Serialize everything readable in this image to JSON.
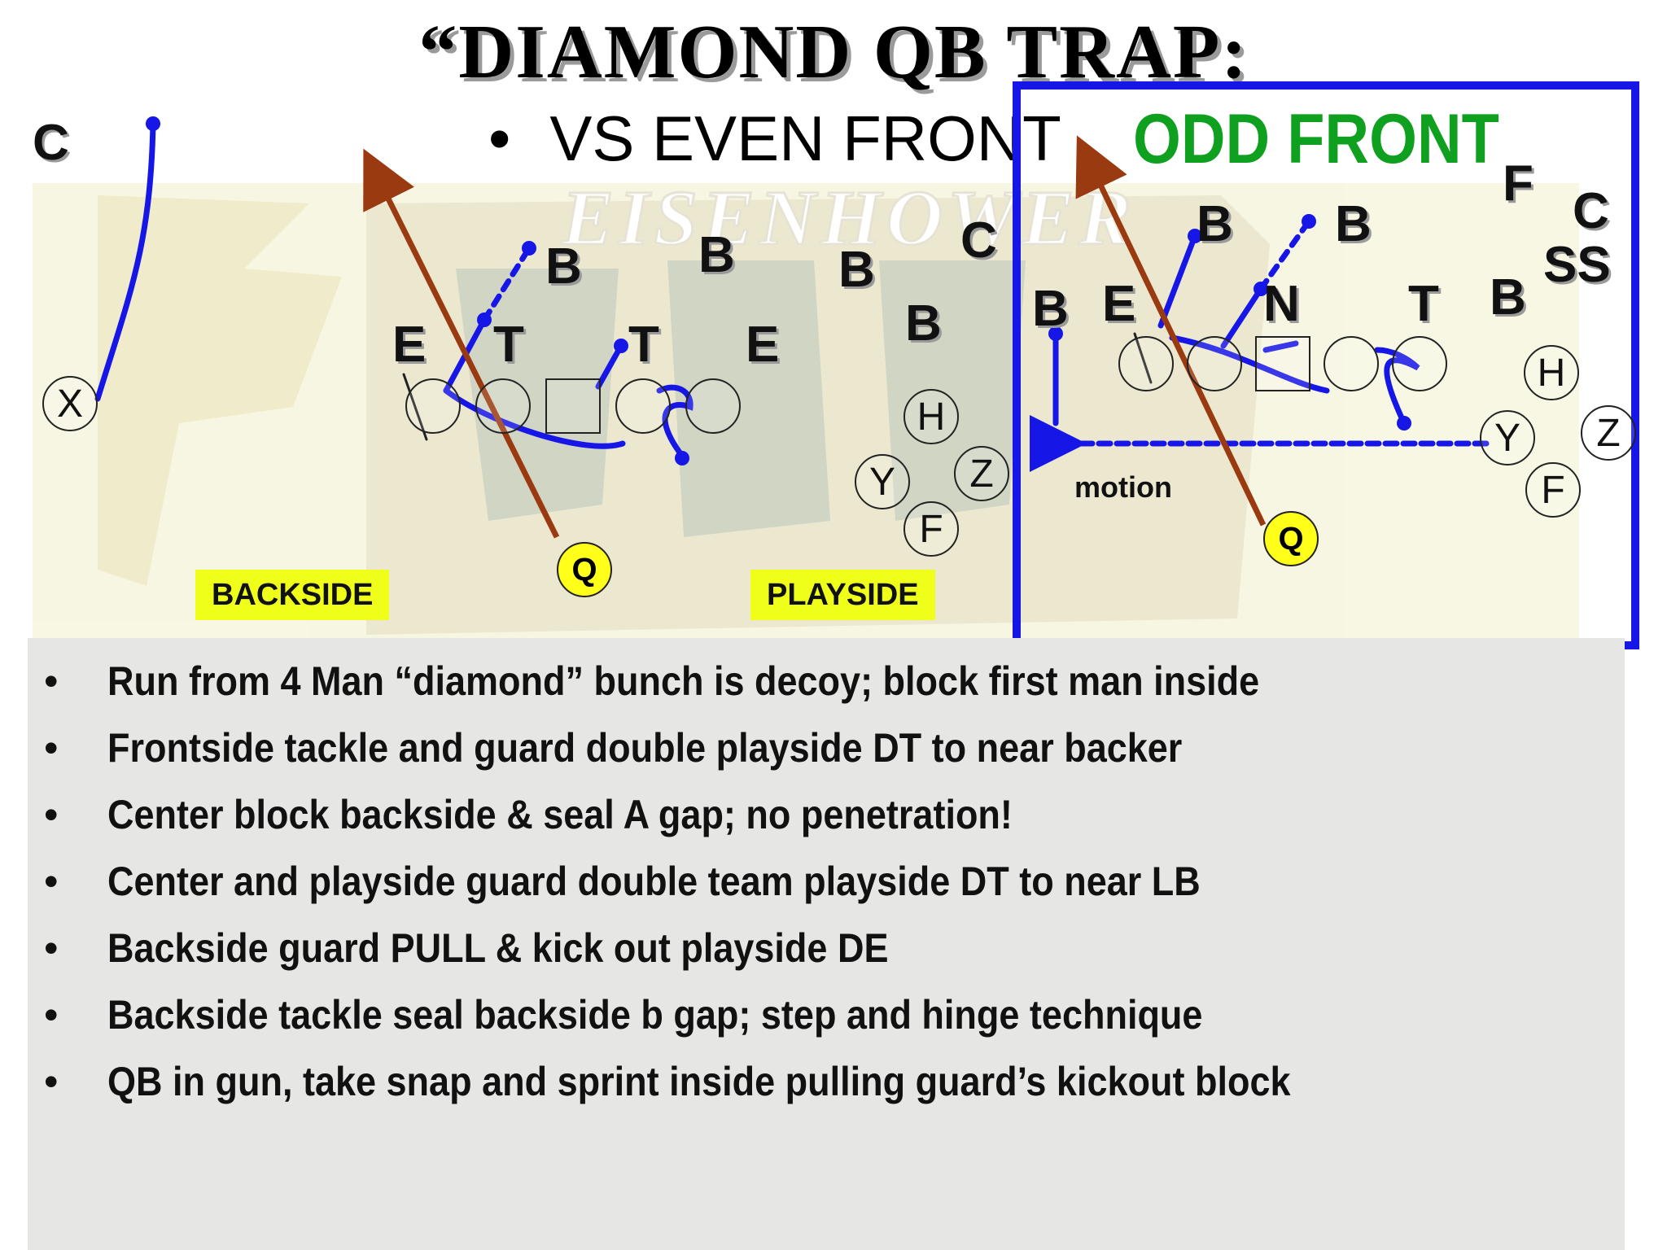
{
  "title": "“DIAMOND QB TRAP:",
  "subtitle": {
    "bullet": "•",
    "text": "VS EVEN FRONT"
  },
  "logo_text": "EISENHOWER",
  "even_front": {
    "defense": [
      {
        "id": "c-left",
        "label": "C"
      },
      {
        "id": "b1",
        "label": "B"
      },
      {
        "id": "b2",
        "label": "B"
      },
      {
        "id": "b3",
        "label": "B"
      },
      {
        "id": "c-right",
        "label": "C"
      },
      {
        "id": "b4",
        "label": "B"
      },
      {
        "id": "e-left",
        "label": "E"
      },
      {
        "id": "t-left",
        "label": "T"
      },
      {
        "id": "t-right",
        "label": "T"
      },
      {
        "id": "e-right",
        "label": "E"
      }
    ],
    "offense": [
      {
        "id": "x",
        "label": "X"
      },
      {
        "id": "h",
        "label": "H"
      },
      {
        "id": "y",
        "label": "Y"
      },
      {
        "id": "z",
        "label": "Z"
      },
      {
        "id": "f",
        "label": "F"
      }
    ],
    "qb": "Q",
    "backside_tag": "BACKSIDE",
    "playside_tag": "PLAYSIDE"
  },
  "odd_front": {
    "title": "ODD FRONT",
    "defense": [
      {
        "id": "f",
        "label": "F"
      },
      {
        "id": "c",
        "label": "C"
      },
      {
        "id": "ss",
        "label": "SS"
      },
      {
        "id": "b-1",
        "label": "B"
      },
      {
        "id": "b-2",
        "label": "B"
      },
      {
        "id": "b-3",
        "label": "B"
      },
      {
        "id": "b-4",
        "label": "B"
      },
      {
        "id": "e",
        "label": "E"
      },
      {
        "id": "n",
        "label": "N"
      },
      {
        "id": "t",
        "label": "T"
      }
    ],
    "offense": [
      {
        "id": "h",
        "label": "H"
      },
      {
        "id": "y",
        "label": "Y"
      },
      {
        "id": "z",
        "label": "Z"
      },
      {
        "id": "f",
        "label": "F"
      }
    ],
    "qb": "Q",
    "motion_label": "motion"
  },
  "colors": {
    "route": "#1616e6",
    "qb_path": "#9a3a10",
    "odd_title": "#10a020",
    "tag_bg": "#f0ff1a",
    "notes_bg": "#e6e6e4"
  },
  "notes": [
    "Run from 4 Man “diamond” bunch is decoy; block first man inside",
    "Frontside tackle and guard double playside DT to near backer",
    "Center block backside & seal A gap; no penetration!",
    "Center and playside guard double team playside DT to near LB",
    "Backside guard PULL & kick out playside DE",
    "Backside tackle seal backside b gap; step and hinge technique",
    "QB in gun, take snap and sprint inside pulling guard’s kickout block"
  ],
  "bullet": "•"
}
